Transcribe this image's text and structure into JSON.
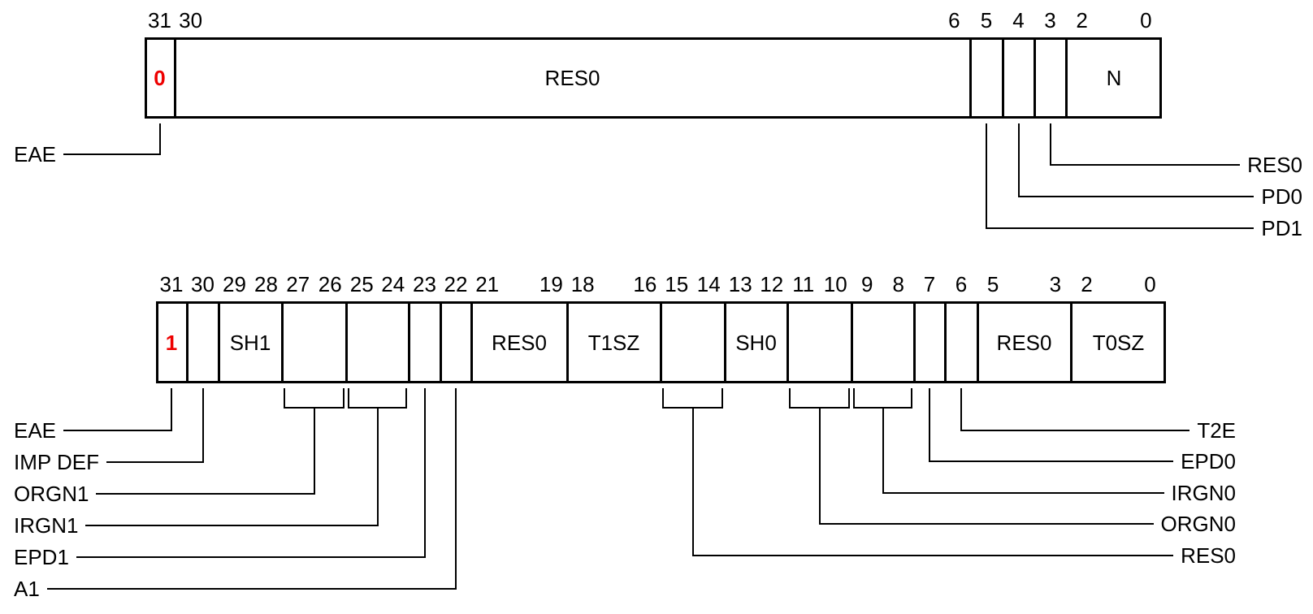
{
  "colors": {
    "line": "#000000",
    "value_red": "#ee0000",
    "background": "#ffffff"
  },
  "registers": [
    {
      "id": "top",
      "fields": [
        {
          "msb": 31,
          "lsb": 31,
          "numbers": [
            "31"
          ],
          "value": "0",
          "value_red": true
        },
        {
          "msb": 30,
          "lsb": 6,
          "numbers": [
            "30",
            "6"
          ],
          "label": "RES0"
        },
        {
          "msb": 5,
          "lsb": 5,
          "numbers": [
            "5"
          ]
        },
        {
          "msb": 4,
          "lsb": 4,
          "numbers": [
            "4"
          ]
        },
        {
          "msb": 3,
          "lsb": 3,
          "numbers": [
            "3"
          ]
        },
        {
          "msb": 2,
          "lsb": 0,
          "numbers": [
            "2",
            "0"
          ],
          "label": "N"
        }
      ],
      "annotations_left": [
        {
          "label": "EAE",
          "field": 0
        }
      ],
      "annotations_right": [
        {
          "label": "RES0",
          "field": 4
        },
        {
          "label": "PD0",
          "field": 3
        },
        {
          "label": "PD1",
          "field": 2
        }
      ]
    },
    {
      "id": "bottom",
      "fields": [
        {
          "msb": 31,
          "lsb": 31,
          "numbers": [
            "31"
          ],
          "value": "1",
          "value_red": true
        },
        {
          "msb": 30,
          "lsb": 30,
          "numbers": [
            "30"
          ]
        },
        {
          "msb": 29,
          "lsb": 28,
          "numbers": [
            "29",
            "28"
          ],
          "label": "SH1"
        },
        {
          "msb": 27,
          "lsb": 26,
          "numbers": [
            "27",
            "26"
          ]
        },
        {
          "msb": 25,
          "lsb": 24,
          "numbers": [
            "25",
            "24"
          ]
        },
        {
          "msb": 23,
          "lsb": 23,
          "numbers": [
            "23"
          ]
        },
        {
          "msb": 22,
          "lsb": 22,
          "numbers": [
            "22"
          ]
        },
        {
          "msb": 21,
          "lsb": 19,
          "numbers": [
            "21",
            "19"
          ],
          "label": "RES0"
        },
        {
          "msb": 18,
          "lsb": 16,
          "numbers": [
            "18",
            "16"
          ],
          "label": "T1SZ"
        },
        {
          "msb": 15,
          "lsb": 14,
          "numbers": [
            "15",
            "14"
          ]
        },
        {
          "msb": 13,
          "lsb": 12,
          "numbers": [
            "13",
            "12"
          ],
          "label": "SH0"
        },
        {
          "msb": 11,
          "lsb": 10,
          "numbers": [
            "11",
            "10"
          ]
        },
        {
          "msb": 9,
          "lsb": 8,
          "numbers": [
            "9",
            "8"
          ]
        },
        {
          "msb": 7,
          "lsb": 7,
          "numbers": [
            "7"
          ]
        },
        {
          "msb": 6,
          "lsb": 6,
          "numbers": [
            "6"
          ]
        },
        {
          "msb": 5,
          "lsb": 3,
          "numbers": [
            "5",
            "3"
          ],
          "label": "RES0"
        },
        {
          "msb": 2,
          "lsb": 0,
          "numbers": [
            "2",
            "0"
          ],
          "label": "T0SZ"
        }
      ],
      "annotations_left": [
        {
          "label": "EAE",
          "field": 0
        },
        {
          "label": "IMP DEF",
          "field": 1
        },
        {
          "label": "ORGN1",
          "field": 3
        },
        {
          "label": "IRGN1",
          "field": 4
        },
        {
          "label": "EPD1",
          "field": 5
        },
        {
          "label": "A1",
          "field": 6
        }
      ],
      "annotations_right": [
        {
          "label": "T2E",
          "field": 14
        },
        {
          "label": "EPD0",
          "field": 13
        },
        {
          "label": "IRGN0",
          "field": 12
        },
        {
          "label": "ORGN0",
          "field": 11
        },
        {
          "label": "RES0",
          "field": 9
        }
      ]
    }
  ]
}
